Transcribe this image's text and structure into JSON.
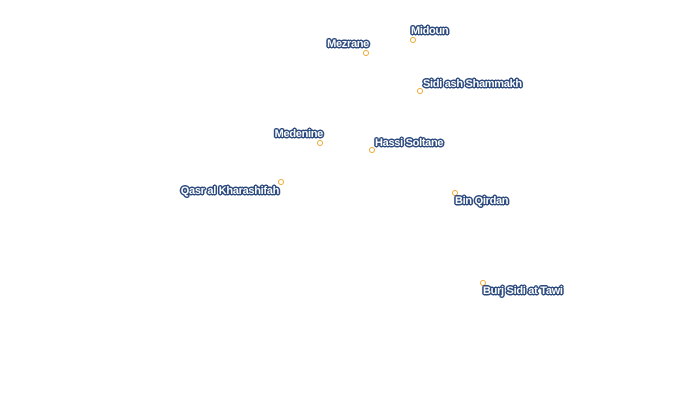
{
  "map": {
    "marker_color": "#f0a830",
    "label_halo_color": "#2c4a7e",
    "label_text_color": "#ffffff",
    "places": [
      {
        "id": "midoun",
        "name": "Midoun"
      },
      {
        "id": "mezrane",
        "name": "Mezrane"
      },
      {
        "id": "sidi-ash-shammakh",
        "name": "Sidi ash Shammakh"
      },
      {
        "id": "medenine",
        "name": "Medenine"
      },
      {
        "id": "hassi-soltane",
        "name": "Hassi Soltane"
      },
      {
        "id": "qasr-al-kharashifah",
        "name": "Qasr al Kharashifah"
      },
      {
        "id": "bin-qirdan",
        "name": "Bin Qirdan"
      },
      {
        "id": "burj-sidi-at-tawi",
        "name": "Burj Sidi at Tawi"
      }
    ]
  }
}
